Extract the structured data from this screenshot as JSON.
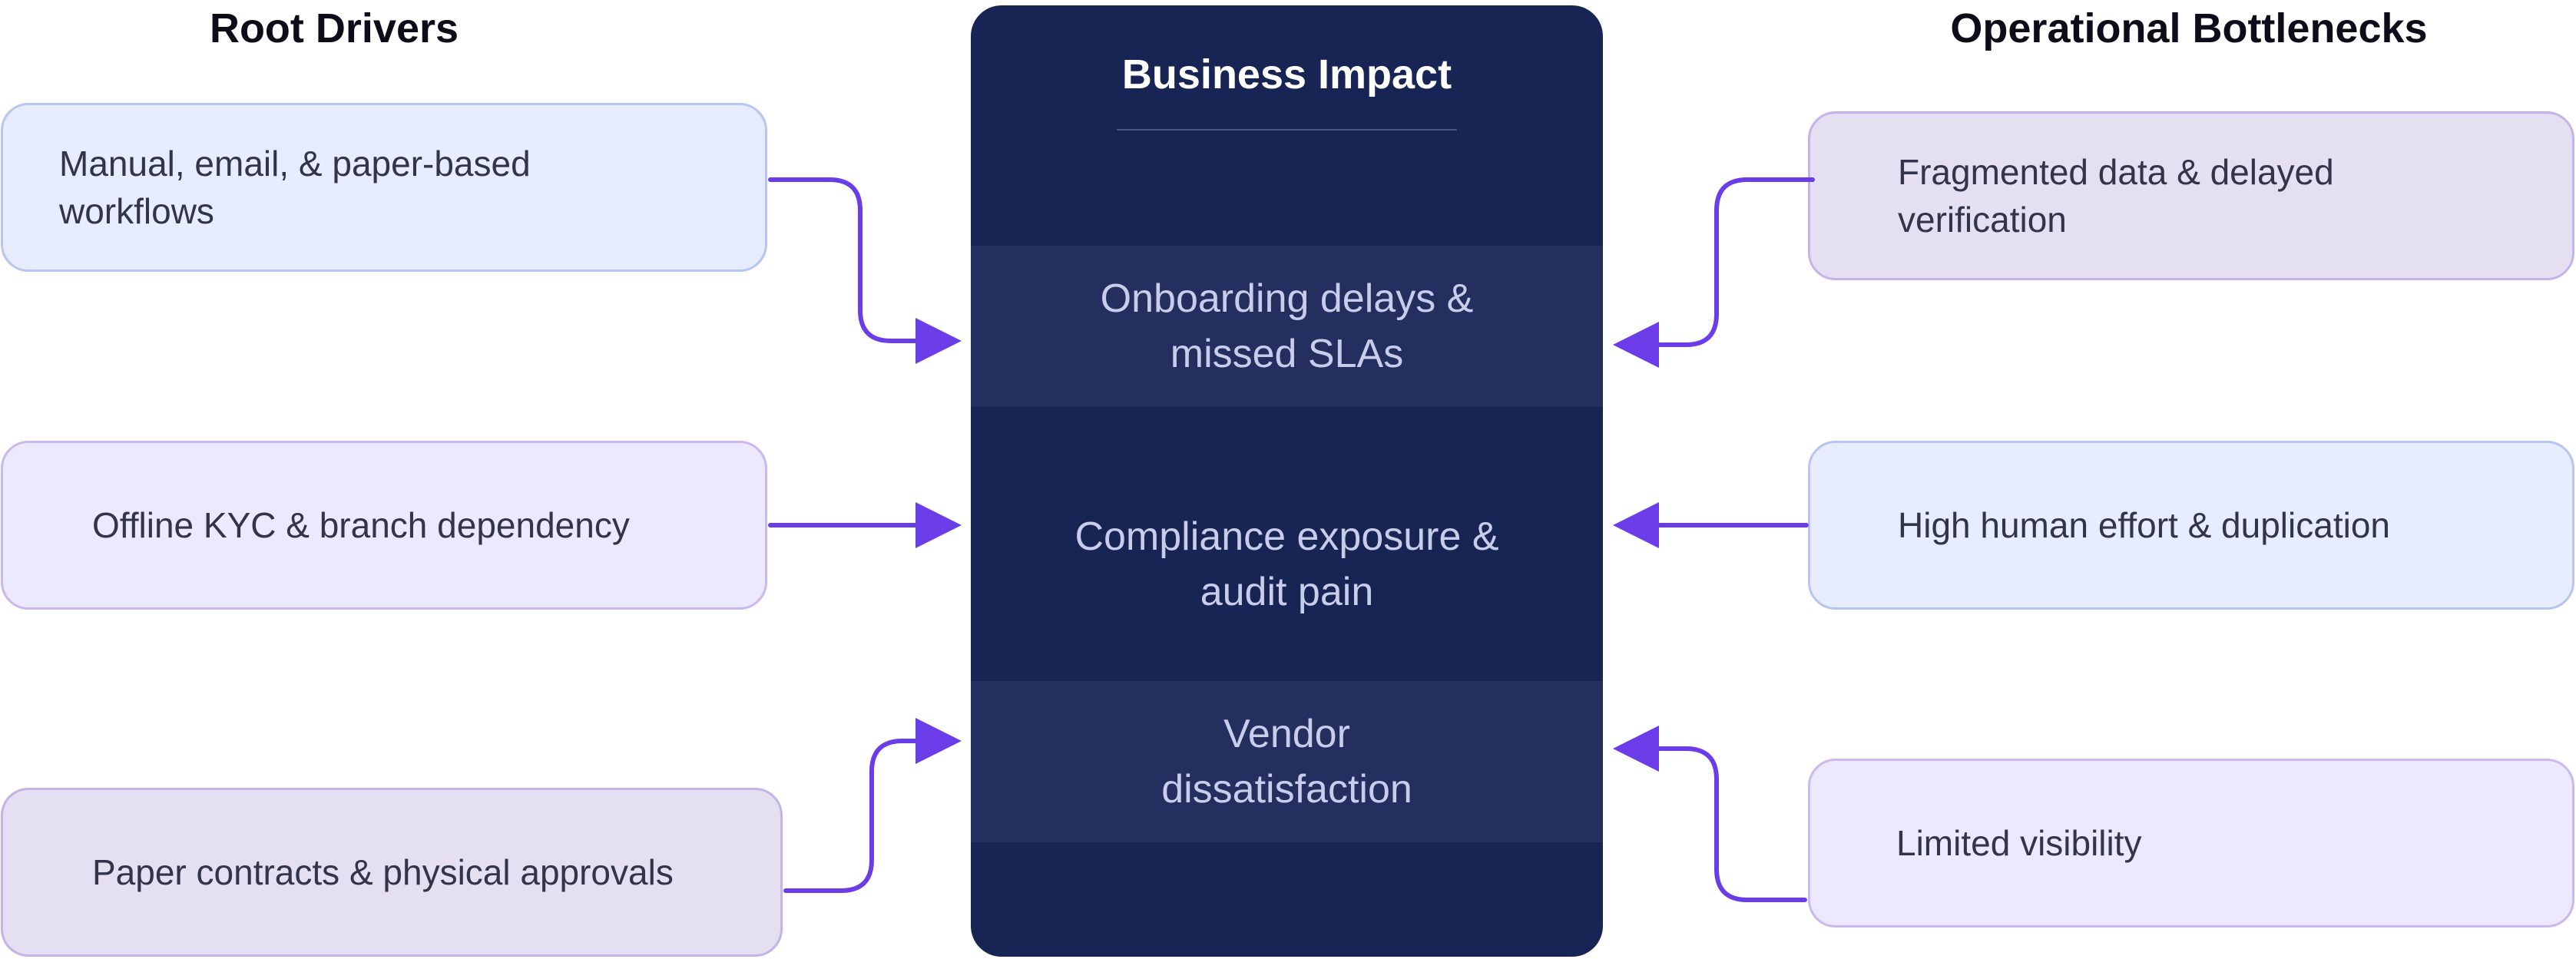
{
  "headings": {
    "root_drivers": "Root Drivers",
    "operational_bottlenecks": "Operational Bottlenecks"
  },
  "center": {
    "title": "Business Impact",
    "impacts": [
      "Onboarding delays &\nmissed SLAs",
      "Compliance exposure &\naudit pain",
      "Vendor\ndissatisfaction"
    ]
  },
  "root_drivers": [
    "Manual, email, & paper-based\nworkflows",
    "Offline KYC & branch dependency",
    "Paper contracts & physical approvals"
  ],
  "bottlenecks": [
    "Fragmented data & delayed\nverification",
    "High human effort & duplication",
    "Limited visibility"
  ],
  "colors": {
    "accent_arrow": "#6a3de8",
    "panel": "#182453",
    "band_shaded": "#242f5f",
    "box_blue_fill": "#e8ecff",
    "box_blue_border": "#b8c4f2",
    "box_lavender_fill": "#ece8fd",
    "box_lavender_border": "#cbb8ef",
    "box_mauve_fill": "#e4e0f2",
    "box_mauve_border": "#c3b3e6"
  }
}
